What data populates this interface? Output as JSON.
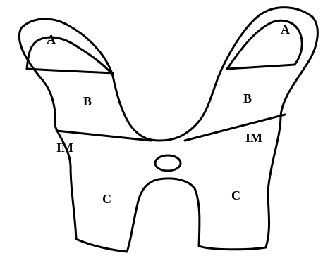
{
  "labels": {
    "a_left": "A",
    "a_right": "A",
    "b_left": "B",
    "b_right": "B",
    "im_left": "IM",
    "im_right": "IM",
    "c_left": "C",
    "c_right": "C"
  },
  "colors": {
    "stroke": "#000000",
    "background": "#ffffff"
  }
}
